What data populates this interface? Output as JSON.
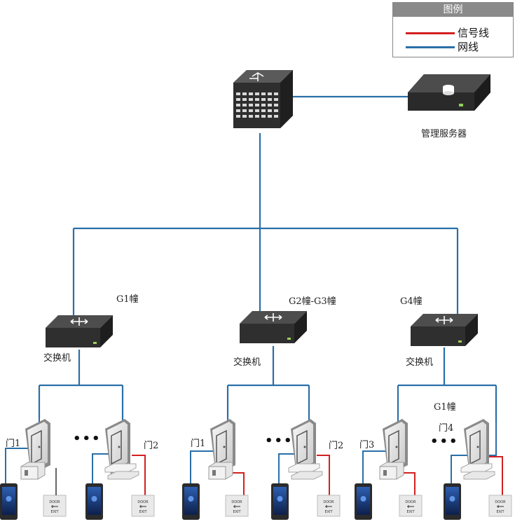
{
  "legend": {
    "title": "图例",
    "items": [
      {
        "label": "信号线",
        "color": "#d32020"
      },
      {
        "label": "网线",
        "color": "#2a6fa8"
      }
    ]
  },
  "core": {
    "server_label": "管理服务器"
  },
  "buildings": [
    {
      "name": "G1幢",
      "switch_label": "交换机",
      "door_a": "门1",
      "door_b": "门2",
      "ellipsis": "•••"
    },
    {
      "name": "G2幢-G3幢",
      "switch_label": "交换机",
      "door_a": "门1",
      "door_b": "门2",
      "ellipsis": "•••"
    },
    {
      "name": "G4幢",
      "switch_label": "交换机",
      "door_a": "门3",
      "door_b": "门4",
      "ellipsis": "•••",
      "sub_name": "G1幢"
    }
  ],
  "device_text": {
    "exit_top": "DOOR",
    "exit_bottom": "EXIT"
  },
  "colors": {
    "network": "#2a6fa8",
    "signal": "#d32020",
    "device_dark": "#2b2b2b"
  }
}
